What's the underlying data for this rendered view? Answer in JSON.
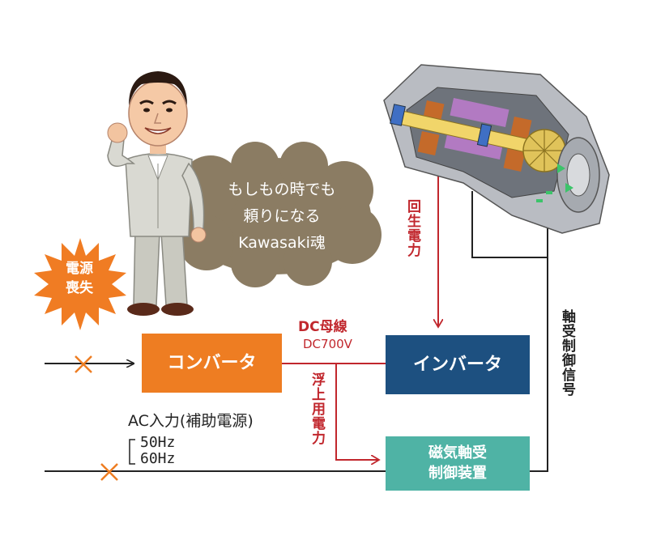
{
  "labels": {
    "converter": "コンバータ",
    "inverter": "インバータ",
    "bearing_controller_line1": "磁気軸受",
    "bearing_controller_line2": "制御装置",
    "dc_bus_title": "DC母線",
    "dc_bus_voltage": "DC700V",
    "regenerative_power": "回生電力",
    "levitation_power": "浮上用電力",
    "bearing_control_signal": "軸受制御信号",
    "ac_input": "AC入力(補助電源)",
    "freq_1": "50Hz",
    "freq_2": "60Hz",
    "power_loss_line1": "電源",
    "power_loss_line2": "喪失",
    "speech_line1": "もしもの時でも",
    "speech_line2": "頼りになる",
    "speech_line3": "Kawasaki魂"
  },
  "colors": {
    "converter": "#ee7d22",
    "inverter": "#1d5080",
    "bearing_controller": "#4fb3a5",
    "power_arrows": "#c1272d",
    "speech_bubble": "#8b7c63",
    "burst": "#f07c23",
    "cross_mark": "#ee7d22"
  },
  "icons": {
    "person": "mascot-person-illustration",
    "turbine": "turbine-generator-cutaway",
    "burst": "starburst-icon",
    "cut": "cross-icon"
  }
}
